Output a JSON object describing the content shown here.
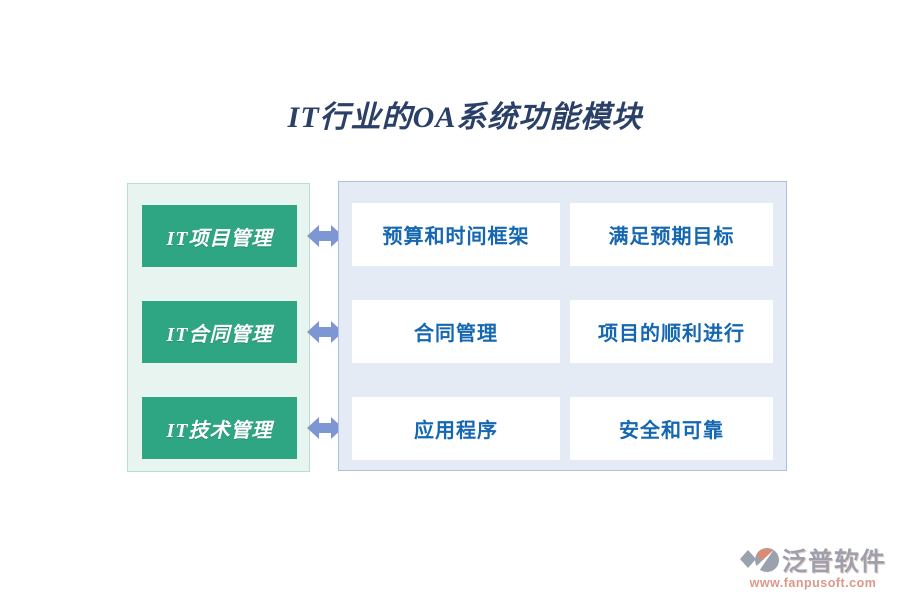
{
  "title": "IT行业的OA系统功能模块",
  "colors": {
    "title_text": "#2b4068",
    "left_panel_bg": "#e7f4f0",
    "left_panel_border": "#b9ddd0",
    "module_button_bg": "#2fa683",
    "module_button_text": "#ffffff",
    "arrow": "#7e97d2",
    "right_panel_bg": "#e5ebf5",
    "right_panel_border": "#a9bfe0",
    "card_bg": "#ffffff",
    "card_text": "#1467b0",
    "watermark_gray": "#9ba2ae",
    "watermark_salmon": "#dd9788"
  },
  "left_panel": {
    "buttons": [
      {
        "label": "IT项目管理"
      },
      {
        "label": "IT合同管理"
      },
      {
        "label": "IT技术管理"
      }
    ]
  },
  "arrows": [
    {
      "name": "double-arrow"
    },
    {
      "name": "double-arrow"
    },
    {
      "name": "double-arrow"
    }
  ],
  "right_panel": {
    "cards": [
      {
        "label": "预算和时间框架"
      },
      {
        "label": "满足预期目标"
      },
      {
        "label": "合同管理"
      },
      {
        "label": "项目的顺利进行"
      },
      {
        "label": "应用程序"
      },
      {
        "label": "安全和可靠"
      }
    ]
  },
  "watermark": {
    "brand": "泛普软件",
    "url": "www.fanpusoft.com"
  }
}
